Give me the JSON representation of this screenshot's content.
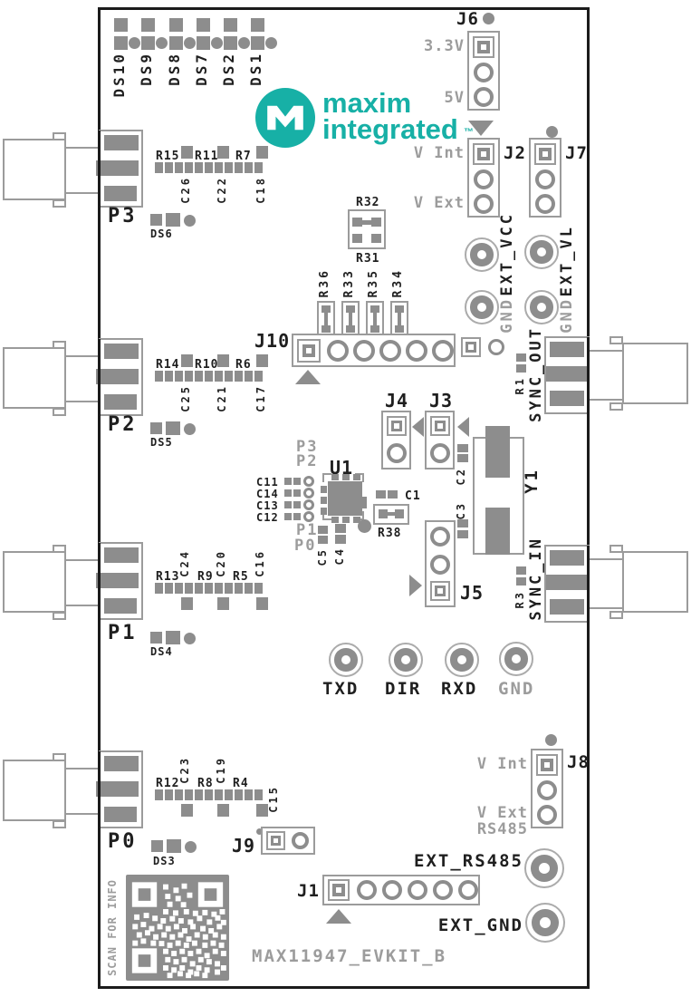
{
  "colors": {
    "teal": "#17b0a6",
    "pad_gray": "#8d8d8d",
    "silk_gray": "#9c9c9c",
    "silk_black": "#1f1f1f"
  },
  "board": {
    "title": "MAX11947_EVKIT_B"
  },
  "logo": {
    "word1": "maxim",
    "word2": "integrated",
    "tm": "™"
  },
  "top_leds": {
    "labels": [
      "DS10",
      "DS9",
      "DS8",
      "DS7",
      "DS2",
      "DS1"
    ]
  },
  "j6": {
    "label": "J6",
    "pin_top": "3.3V",
    "pin_bottom": "5V"
  },
  "j2": {
    "label": "J2",
    "pin_top": "V Int",
    "pin_bottom": "V Ext"
  },
  "j7": {
    "label": "J7"
  },
  "power": {
    "ext_vcc": "EXT_VCC",
    "gnd1": "GND",
    "ext_vl": "EXT_VL",
    "gnd2": "GND"
  },
  "res_divider": {
    "r32": "R32",
    "r31": "R31"
  },
  "res_bank": {
    "labels": [
      "R36",
      "R33",
      "R35",
      "R34"
    ]
  },
  "j10": {
    "label": "J10"
  },
  "sync_out": {
    "label": "SYNC_OUT",
    "res": "R1"
  },
  "sync_in": {
    "label": "SYNC_IN",
    "res": "R3"
  },
  "p3": {
    "label": "P3",
    "res": [
      "R15",
      "R11",
      "R7"
    ],
    "caps": [
      "C26",
      "C22",
      "C18"
    ],
    "led": "DS6"
  },
  "p2": {
    "label": "P2",
    "res": [
      "R14",
      "R10",
      "R6"
    ],
    "caps": [
      "C25",
      "C21",
      "C17"
    ],
    "led": "DS5"
  },
  "p1": {
    "label": "P1",
    "res": [
      "R13",
      "R9",
      "R5"
    ],
    "caps": [
      "C24",
      "C20",
      "C16"
    ],
    "led": "DS4"
  },
  "p0": {
    "label": "P0",
    "res": [
      "R12",
      "R8",
      "R4"
    ],
    "caps": [
      "C23",
      "C19",
      "C15"
    ],
    "led": "DS3"
  },
  "j4": {
    "label": "J4"
  },
  "j3": {
    "label": "J3"
  },
  "j5": {
    "label": "J5"
  },
  "y1": {
    "label": "Y1",
    "c2": "C2",
    "c3": "C3"
  },
  "u1": {
    "label": "U1",
    "ports": [
      "P3",
      "P2",
      "P1",
      "P0"
    ],
    "caps": [
      "C11",
      "C14",
      "C13",
      "C12"
    ],
    "c5": "C5",
    "c4": "C4",
    "c1": "C1",
    "r38": "R38"
  },
  "uart": {
    "txd": "TXD",
    "dir": "DIR",
    "rxd": "RXD",
    "gnd": "GND"
  },
  "j8": {
    "label": "J8",
    "pin_top": "V Int",
    "pin_bottom": "V Ext",
    "note": "RS485"
  },
  "j9": {
    "label": "J9"
  },
  "j1": {
    "label": "J1"
  },
  "bottom": {
    "ext_rs485": "EXT_RS485",
    "ext_gnd": "EXT_GND"
  },
  "qr": {
    "caption": "SCAN FOR INFO"
  }
}
